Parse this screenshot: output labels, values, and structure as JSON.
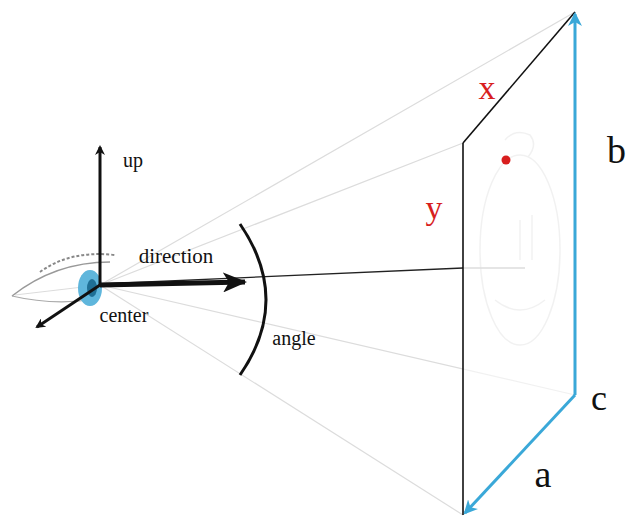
{
  "diagram": {
    "labels": [
      "up",
      "direction",
      "center",
      "angle",
      "x",
      "y",
      "b",
      "c",
      "a"
    ]
  }
}
